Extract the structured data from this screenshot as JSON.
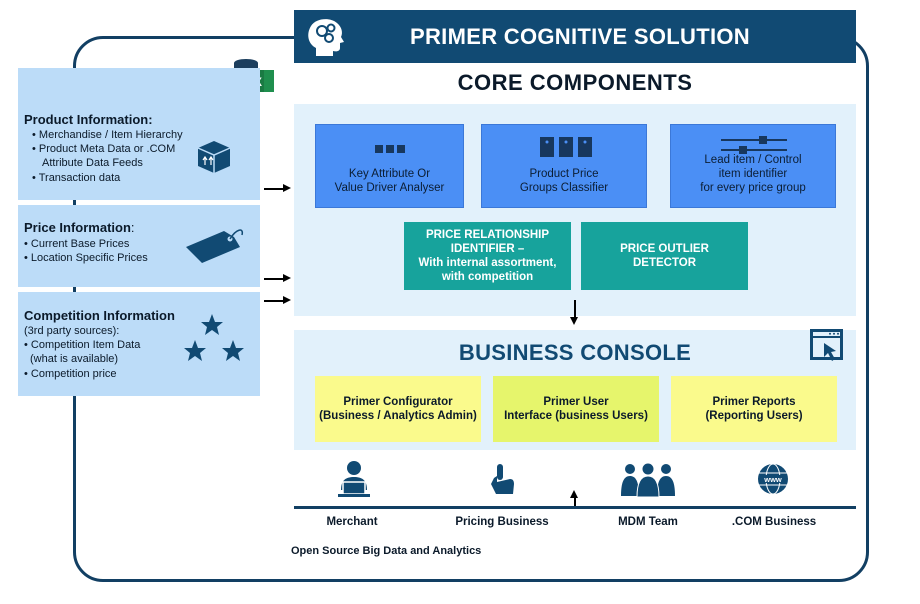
{
  "header": {
    "title": "PRIMER COGNITIVE SOLUTION"
  },
  "core": {
    "title": "CORE COMPONENTS",
    "boxes": [
      {
        "label": "Key Attribute Or\nValue Driver Analyser",
        "icon": "key-attribute-icon"
      },
      {
        "label": "Product Price\nGroups Classifier",
        "icon": "price-groups-icon"
      },
      {
        "label": "Lead item / Control\nitem identifier\nfor every price group",
        "icon": "sliders-icon"
      }
    ],
    "teal": [
      {
        "label": "PRICE RELATIONSHIP\nIDENTIFIER –\nWith internal assortment,\nwith competition"
      },
      {
        "label": "PRICE OUTLIER\nDETECTOR"
      }
    ]
  },
  "console": {
    "title": "BUSINESS CONSOLE",
    "boxes": [
      {
        "label": "Primer Configurator\n(Business / Analytics Admin)"
      },
      {
        "label": "Primer User\nInterface (business Users)"
      },
      {
        "label": "Primer Reports\n(Reporting Users)"
      }
    ]
  },
  "inputs": {
    "product": {
      "title": "Product Information:",
      "items": [
        "Merchandise / Item Hierarchy",
        "Product Meta Data or .COM",
        "Attribute Data Feeds",
        "Transaction data"
      ]
    },
    "price": {
      "title": "Price Information",
      "title_suffix": ":",
      "items": [
        "Current Base Prices",
        "Location Specific Prices"
      ]
    },
    "competition": {
      "title": "Competition Information",
      "subtitle": "(3rd party sources):",
      "items": [
        "Competition Item Data",
        "(what is available)",
        "Competition price"
      ]
    }
  },
  "personas": [
    {
      "label": "Merchant",
      "icon": "merchant-icon"
    },
    {
      "label": "Pricing Business",
      "icon": "touch-icon"
    },
    {
      "label": "MDM Team",
      "icon": "team-icon"
    },
    {
      "label": ".COM Business",
      "icon": "www-globe-icon"
    }
  ],
  "footer": {
    "note": "Open Source Big Data and Analytics"
  },
  "colors": {
    "navy": "#114a73",
    "blue_box": "#4b8ff5",
    "teal_box": "#17a39c",
    "yellow_box": "#fafa8c",
    "panel": "#e2f1fb",
    "input_panel": "#bcdcf8"
  }
}
